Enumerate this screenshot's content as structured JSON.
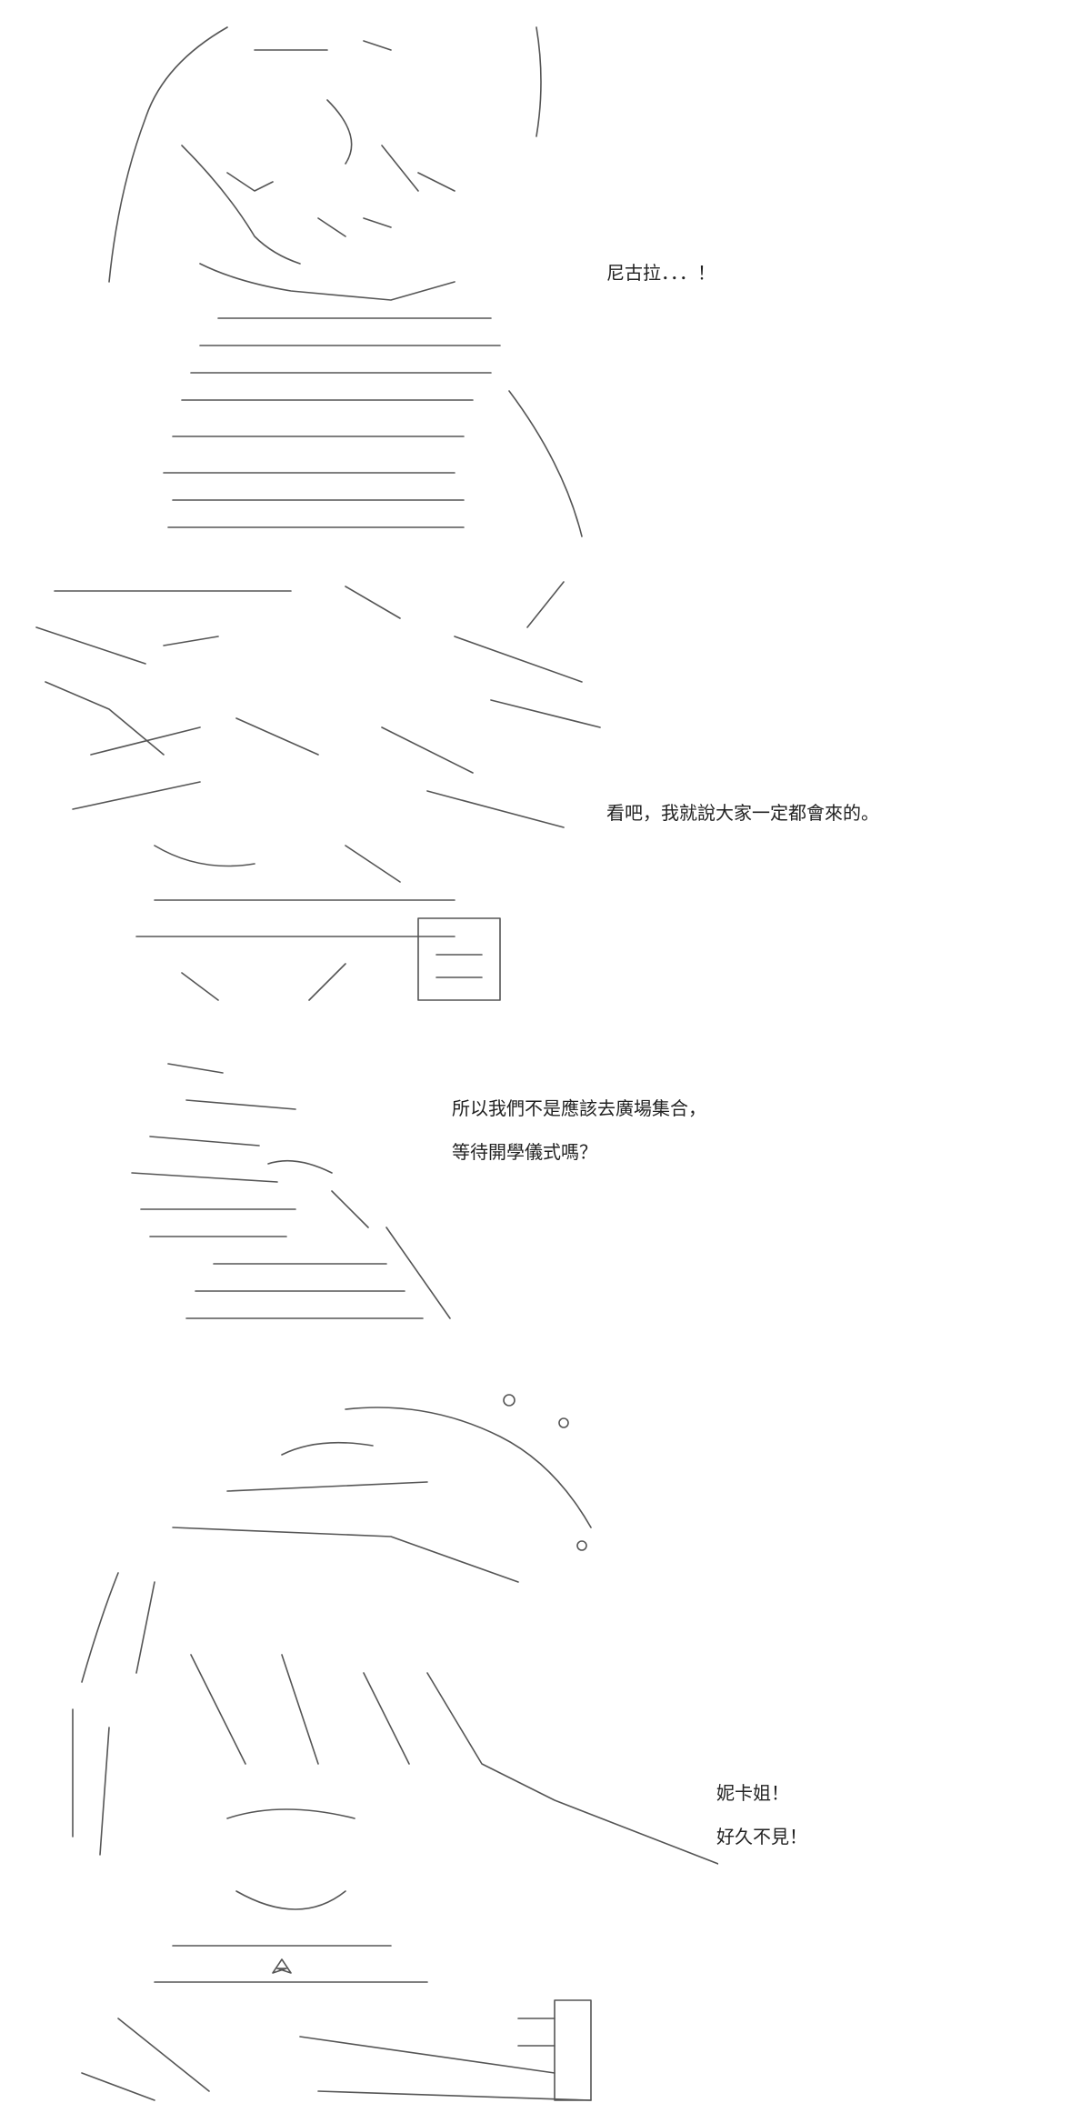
{
  "panels": [
    {
      "lines": [
        "尼古拉．．．！"
      ]
    },
    {
      "lines": [
        "看吧，我就說大家一定都會來的。"
      ]
    },
    {
      "lines": [
        "所以我們不是應該去廣場集合，",
        "等待開學儀式嗎？"
      ]
    },
    {
      "lines": [
        "妮卡姐！",
        "好久不見！"
      ]
    }
  ],
  "colors": {
    "ink": "#555555",
    "text": "#222222",
    "background": "#ffffff"
  }
}
